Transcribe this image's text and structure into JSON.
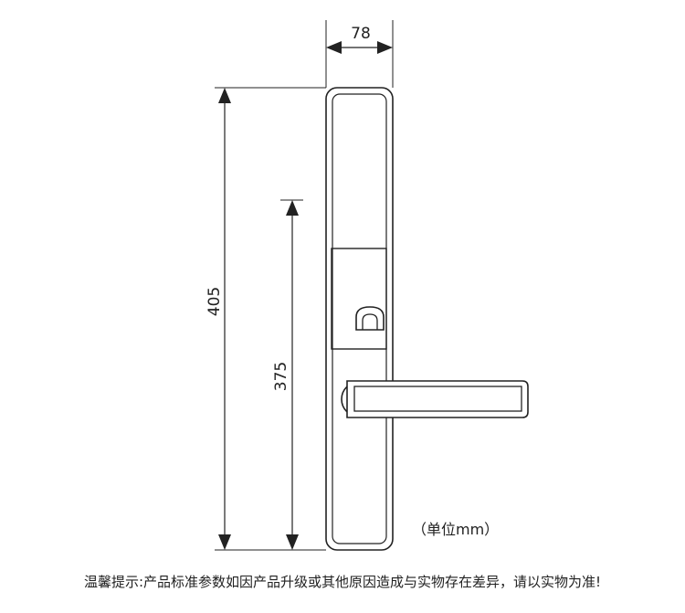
{
  "dimensions": {
    "width": "78",
    "total_height": "405",
    "inner_height": "375"
  },
  "unit_label": "（单位mm）",
  "notice": "温馨提示:产品标准参数如因产品升级或其他原因造成与实物存在差异，请以实物为准!",
  "colors": {
    "line": "#222222",
    "background": "#ffffff"
  }
}
